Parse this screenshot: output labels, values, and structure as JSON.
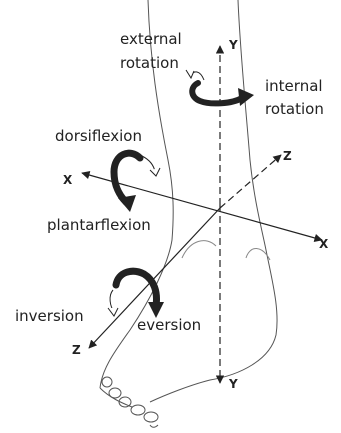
{
  "labels": {
    "external_rotation_1": "external",
    "external_rotation_2": "rotation",
    "internal_rotation_1": "internal",
    "internal_rotation_2": "rotation",
    "dorsiflexion": "dorsiflexion",
    "plantarflexion": "plantarflexion",
    "inversion": "inversion",
    "eversion": "eversion"
  },
  "axes": {
    "y_top": "Y",
    "y_bottom": "Y",
    "x_left": "X",
    "x_right": "X",
    "z_upper": "Z",
    "z_lower": "Z"
  }
}
